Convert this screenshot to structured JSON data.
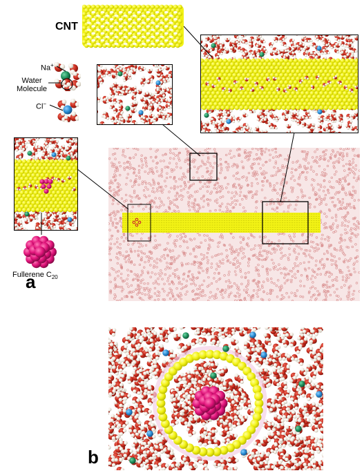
{
  "labels": {
    "cnt": "CNT",
    "na": "Na",
    "na_sup": "+",
    "water_line1": "Water",
    "water_line2": "Molecule",
    "cl": "Cl",
    "cl_sup": "−",
    "fullerene": "Fullerene C",
    "fullerene_sub": "20",
    "panel_a": "a",
    "panel_b": "b"
  },
  "colors": {
    "cnt_yellow": "#f2f215",
    "cnt_dark": "#b8b800",
    "oxygen_red": "#c62a1c",
    "hydrogen_white": "#f1ece2",
    "sodium_green": "#1f8f5c",
    "chloride_blue": "#2a8fd6",
    "fullerene_magenta": "#e0137a",
    "water_box_pink": "#ecc4c4"
  },
  "icons": [
    "water-molecule-icon",
    "sodium-ion-icon",
    "chloride-ion-icon",
    "fullerene-icon",
    "nanotube-icon"
  ]
}
